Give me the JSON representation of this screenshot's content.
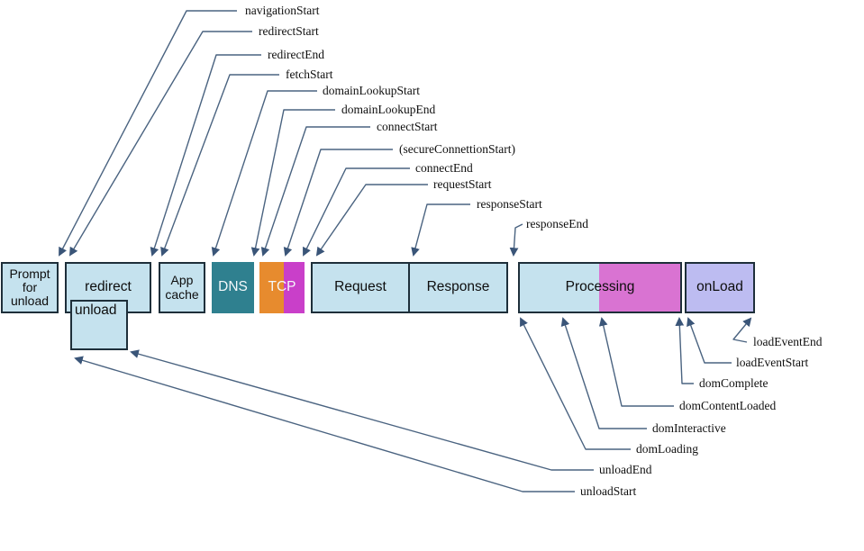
{
  "colors": {
    "bg": "#ffffff",
    "box-blue": "#c5e2ee",
    "box-teal": "#2f808f",
    "box-orange": "#e78b2e",
    "box-magenta": "#c93fc9",
    "box-orchid": "#d973d2",
    "box-lavender": "#bdbcf1",
    "box-border": "#1e2f3a",
    "line": "#4a6380",
    "arrow": "#3a5578",
    "label-text": "#0f0f0f",
    "box-text": "#0e0e0e",
    "box-text-light": "#f4f8fa"
  },
  "timeline": {
    "prompt_for_unload": {
      "line1": "Prompt",
      "line2": "for",
      "line3": "unload"
    },
    "redirect": "redirect",
    "unload": "unload",
    "app_cache": {
      "line1": "App",
      "line2": "cache"
    },
    "dns": "DNS",
    "tcp": "TCP",
    "request": "Request",
    "response": "Response",
    "processing": "Processing",
    "onload": "onLoad"
  },
  "events": {
    "top": [
      "navigationStart",
      "redirectStart",
      "redirectEnd",
      "fetchStart",
      "domainLookupStart",
      "domainLookupEnd",
      "connectStart",
      "(secureConnettionStart)",
      "connectEnd",
      "requestStart",
      "responseStart",
      "responseEnd"
    ],
    "bottom": [
      "loadEventEnd",
      "loadEventStart",
      "domComplete",
      "domContentLoaded",
      "domInteractive",
      "domLoading",
      "unloadEnd",
      "unloadStart"
    ]
  }
}
